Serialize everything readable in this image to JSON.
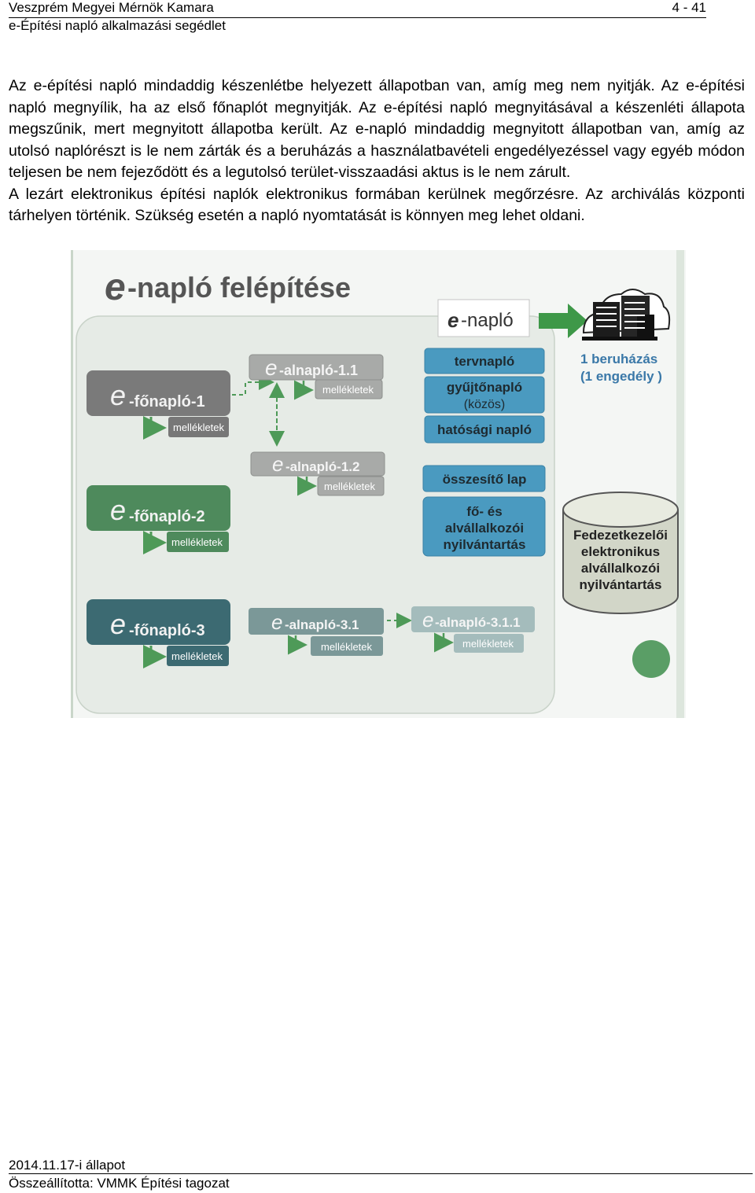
{
  "header": {
    "org": "Veszprém Megyei Mérnök Kamara",
    "page": "4 - 41",
    "subtitle": "e-Építési napló alkalmazási segédlet"
  },
  "paragraphs": [
    "Az e-építési napló mindaddig készenlétbe helyezett állapotban van, amíg meg nem nyitják. Az e-építési napló megnyílik, ha az első főnaplót megnyitják. Az e-építési napló megnyitásával a készenléti állapota megszűnik, mert megnyitott állapotba került. Az e-napló mindaddig megnyitott állapotban van, amíg az utolsó naplórészt is le nem zárták és a beruházás a használatbavételi engedélyezéssel vagy egyéb módon teljesen be nem fejeződött és a legutolsó terület-visszaadási aktus is le nem zárult.",
    "A lezárt elektronikus építési naplók elektronikus formában kerülnek megőrzésre. Az archiválás központi tárhelyen történik. Szükség esetén a napló nyomtatását is könnyen meg lehet oldani."
  ],
  "diagram": {
    "title_e": "e",
    "title_rest": "-napló felépítése",
    "enaplo_e": "e",
    "enaplo_rest": "-napló",
    "beruhazas_line1": "1 beruházás",
    "beruhazas_line2": "(1 engedély )",
    "attachments": "mellékletek",
    "fonaplo": [
      {
        "e": "e",
        "rest": "-főnapló-1"
      },
      {
        "e": "e",
        "rest": "-főnapló-2"
      },
      {
        "e": "e",
        "rest": "-főnapló-3"
      }
    ],
    "alnaplo": [
      {
        "e": "e",
        "rest": "-alnapló-1.1"
      },
      {
        "e": "e",
        "rest": "-alnapló-1.2"
      },
      {
        "e": "e",
        "rest": "-alnapló-3.1"
      },
      {
        "e": "e",
        "rest": "-alnapló-3.1.1"
      }
    ],
    "tervnaplo": "tervnapló",
    "gyujtonaplo": "gyűjtőnapló",
    "kozos": "(közös)",
    "hatosagi": "hatósági napló",
    "osszesito": "összesítő lap",
    "fo_line1": "fő- és",
    "fo_line2": "alvállalkozói",
    "fo_line3": "nyilvántartás",
    "fedezet_line1": "Fedezetkezelői",
    "fedezet_line2": "elektronikus",
    "fedezet_line3": "alvállalkozói",
    "fedezet_line4": "nyilvántartás",
    "colors": {
      "panel": "#e6ebe6",
      "gray_box": "#777777",
      "green_box": "#4e8a5c",
      "teal_box": "#3c6a72",
      "blue_box": "#4a9ac0",
      "light_gray_box": "#a8aaa8",
      "accent_green": "#5a9e66",
      "label_blue": "#3a78a8"
    }
  },
  "footer": {
    "date": "2014.11.17-i állapot",
    "author": "Összeállította: VMMK Építési tagozat"
  }
}
